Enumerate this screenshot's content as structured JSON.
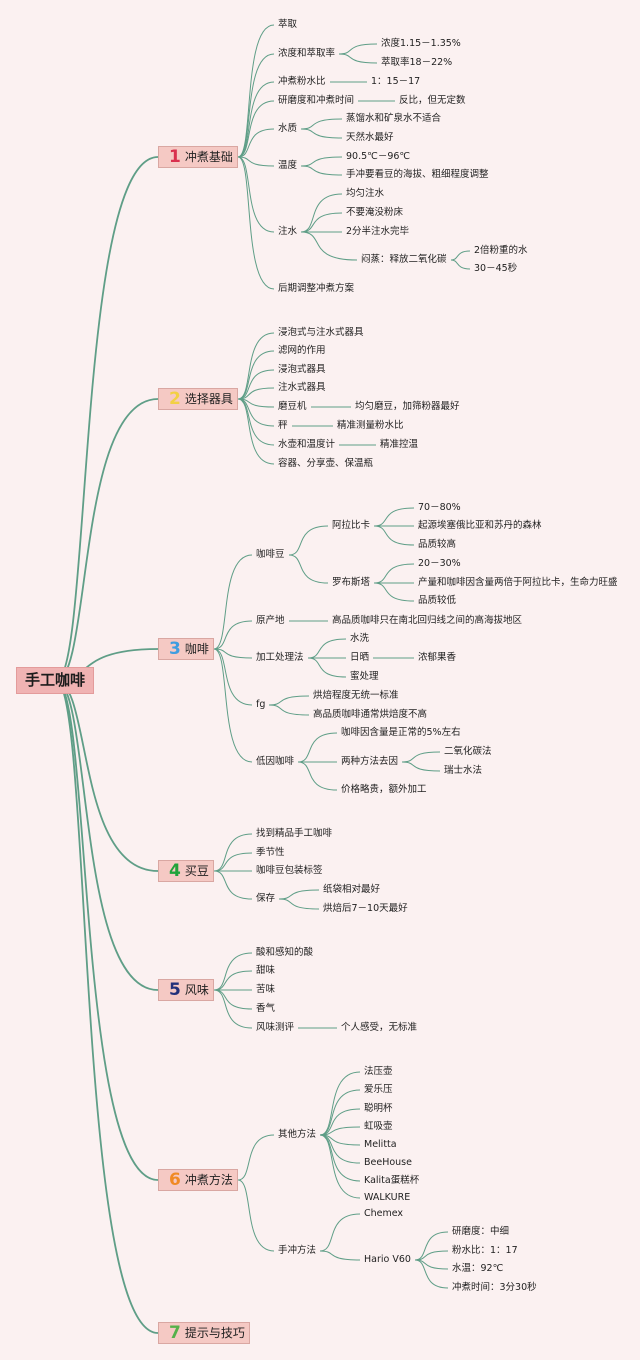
{
  "colors": {
    "line": "#5f9e87",
    "num1": "#d9304e",
    "num2": "#f2d044",
    "num3": "#3f9de0",
    "num4": "#20a33a",
    "num5": "#22307a",
    "num6": "#f08a24",
    "num7": "#55b14a"
  },
  "root": "手工咖啡",
  "topics": [
    {
      "num": "1",
      "label": "冲煮基础",
      "items": {
        "a": "萃取",
        "b": "浓度和萃取率",
        "b1": "浓度1.15－1.35%",
        "b2": "萃取率18－22%",
        "c": "冲煮粉水比",
        "c1": "1：15－17",
        "d": "研磨度和冲煮时间",
        "d1": "反比，但无定数",
        "e": "水质",
        "e1": "蒸馏水和矿泉水不适合",
        "e2": "天然水最好",
        "f": "温度",
        "f1": "90.5℃－96℃",
        "f2": "手冲要看豆的海拔、粗细程度调整",
        "g": "注水",
        "g1": "均匀注水",
        "g2": "不要淹没粉床",
        "g3": "2分半注水完毕",
        "g4": "闷蒸：释放二氧化碳",
        "g4a": "2倍粉重的水",
        "g4b": "30－45秒",
        "h": "后期调整冲煮方案"
      }
    },
    {
      "num": "2",
      "label": "选择器具",
      "items": {
        "a": "浸泡式与注水式器具",
        "b": "滤网的作用",
        "c": "浸泡式器具",
        "d": "注水式器具",
        "e": "磨豆机",
        "e1": "均匀磨豆，加筛粉器最好",
        "f": "秤",
        "f1": "精准测量粉水比",
        "g": "水壶和温度计",
        "g1": "精准控温",
        "h": "容器、分享壶、保温瓶"
      }
    },
    {
      "num": "3",
      "label": "咖啡",
      "items": {
        "a": "咖啡豆",
        "a1": "阿拉比卡",
        "a1a": "70－80%",
        "a1b": "起源埃塞俄比亚和苏丹的森林",
        "a1c": "品质较高",
        "a2": "罗布斯塔",
        "a2a": "20－30%",
        "a2b": "产量和咖啡因含量两倍于阿拉比卡，生命力旺盛",
        "a2c": "品质较低",
        "b": "原产地",
        "b1": "高品质咖啡只在南北回归线之间的高海拔地区",
        "c": "加工处理法",
        "c1": "水洗",
        "c2": "日晒",
        "c2a": "浓郁果香",
        "c3": "蜜处理",
        "d": "fg",
        "d1": "烘焙程度无统一标准",
        "d2": "高品质咖啡通常烘焙度不高",
        "e": "低因咖啡",
        "e1": "咖啡因含量是正常的5%左右",
        "e2": "两种方法去因",
        "e2a": "二氧化碳法",
        "e2b": "瑞士水法",
        "e3": "价格略贵，额外加工"
      }
    },
    {
      "num": "4",
      "label": "买豆",
      "items": {
        "a": "找到精品手工咖啡",
        "b": "季节性",
        "c": "咖啡豆包装标签",
        "d": "保存",
        "d1": "纸袋相对最好",
        "d2": "烘焙后7－10天最好"
      }
    },
    {
      "num": "5",
      "label": "风味",
      "items": {
        "a": "酸和感知的酸",
        "b": "甜味",
        "c": "苦味",
        "d": "香气",
        "e": "风味测评",
        "e1": "个人感受，无标准"
      }
    },
    {
      "num": "6",
      "label": "冲煮方法",
      "items": {
        "a": "其他方法",
        "a1": "法压壶",
        "a2": "爱乐压",
        "a3": "聪明杯",
        "a4": "虹吸壶",
        "a5": "Melitta",
        "a6": "BeeHouse",
        "a7": "Kalita蛋糕杯",
        "a8": "WALKURE",
        "b": "手冲方法",
        "b1": "Chemex",
        "b2": "Hario V60",
        "b2a": "研磨度：中细",
        "b2b": "粉水比：1：17",
        "b2c": "水温：92℃",
        "b2d": "冲煮时间：3分30秒"
      }
    },
    {
      "num": "7",
      "label": "提示与技巧",
      "items": {}
    }
  ]
}
